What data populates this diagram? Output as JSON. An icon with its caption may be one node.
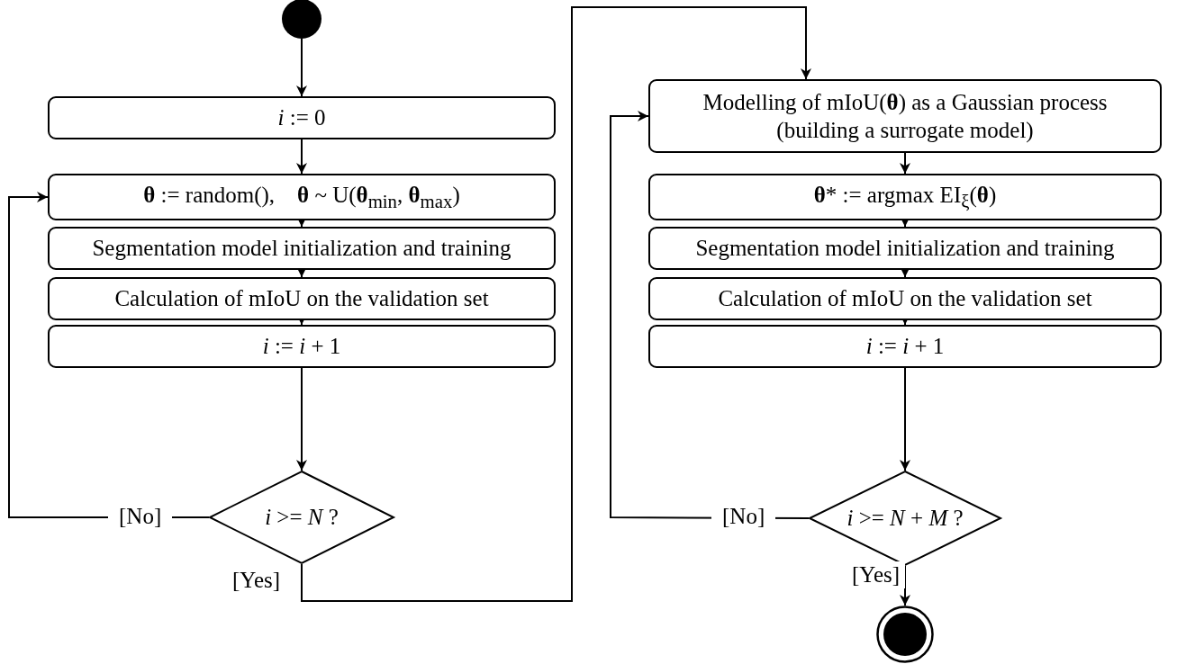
{
  "diagram": {
    "nodes": [
      {
        "text": [],
        "shape": "circle"
      },
      {
        "text": [
          "*i* := 0"
        ]
      },
      {
        "text": [
          "**θ** := random(),    **θ** ~ U(**θ**$_{min}$, **θ**$_{max}$)"
        ]
      },
      {
        "text": [
          "Segmentation model initialization and training"
        ]
      },
      {
        "text": [
          "Calculation of mIoU on the validation set"
        ]
      },
      {
        "text": [
          "*i* := *i* + 1"
        ]
      },
      {
        "text": [
          "*i* >= *N* ?"
        ]
      },
      {
        "text": [
          "Modelling of mIoU(**θ**) as a Gaussian process (building a surrogate model)"
        ]
      },
      {
        "text": [
          "**θ*** := argmax EI$_{ξ}$(**θ**)"
        ]
      },
      {
        "text": [
          "Segmentation model initialization and training"
        ]
      },
      {
        "text": [
          "Calculation of mIoU on the validation set"
        ]
      },
      {
        "text": [
          "*i* := *i* + 1"
        ]
      },
      {
        "text": [
          "*i* >= *N* + *M* ?"
        ]
      },
      {
        "text": [],
        "shape": "circle"
      }
    ],
    "edges": [
      {
        "from": 0,
        "to": 1,
        "arrow": "to"
      },
      {
        "from": 1,
        "to": 2,
        "arrow": "to"
      },
      {
        "from": 2,
        "to": 3,
        "arrow": "to"
      },
      {
        "from": 3,
        "to": 4,
        "arrow": "to"
      },
      {
        "from": 4,
        "to": 5,
        "arrow": "to"
      },
      {
        "from": 5,
        "to": 6,
        "arrow": "to"
      },
      {
        "from": 6,
        "to": 2,
        "arrow": "to",
        "label": "[No]"
      },
      {
        "from": 6,
        "to": 7,
        "arrow": "to",
        "label": "[Yes]"
      },
      {
        "from": 7,
        "to": 8,
        "arrow": "to"
      },
      {
        "from": 8,
        "to": 9,
        "arrow": "to"
      },
      {
        "from": 9,
        "to": 10,
        "arrow": "to"
      },
      {
        "from": 10,
        "to": 11,
        "arrow": "to"
      },
      {
        "from": 11,
        "to": 12,
        "arrow": "to"
      },
      {
        "from": 12,
        "to": 7,
        "arrow": "to",
        "label": "[No]"
      },
      {
        "from": 12,
        "to": 13,
        "arrow": "to",
        "label": "[Yes]"
      }
    ]
  }
}
